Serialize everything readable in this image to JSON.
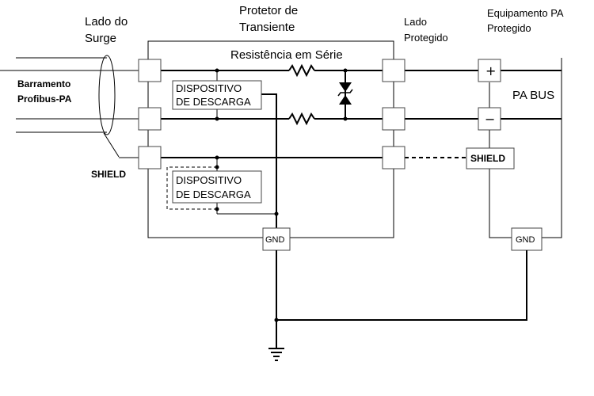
{
  "labels": {
    "surge_side": [
      "Lado do",
      "Surge"
    ],
    "protector": [
      "Protetor de",
      "Transiente"
    ],
    "protected_side": [
      "Lado",
      "Protegido"
    ],
    "equipment": [
      "Equipamento PA",
      "Protegido"
    ],
    "series_resistance": "Resistência em Série",
    "bus": [
      "Barramento",
      "Profibus-PA"
    ],
    "shield_left": "SHIELD",
    "discharge_device_1": [
      "DISPOSITIVO",
      "DE DESCARGA"
    ],
    "discharge_device_2": [
      "DISPOSITIVO",
      "DE DESCARGA"
    ],
    "gnd_protector": "GND",
    "gnd_equipment": "GND",
    "shield_equipment": "SHIELD",
    "pa_bus": "PA BUS",
    "plus": "+",
    "minus": "−"
  }
}
